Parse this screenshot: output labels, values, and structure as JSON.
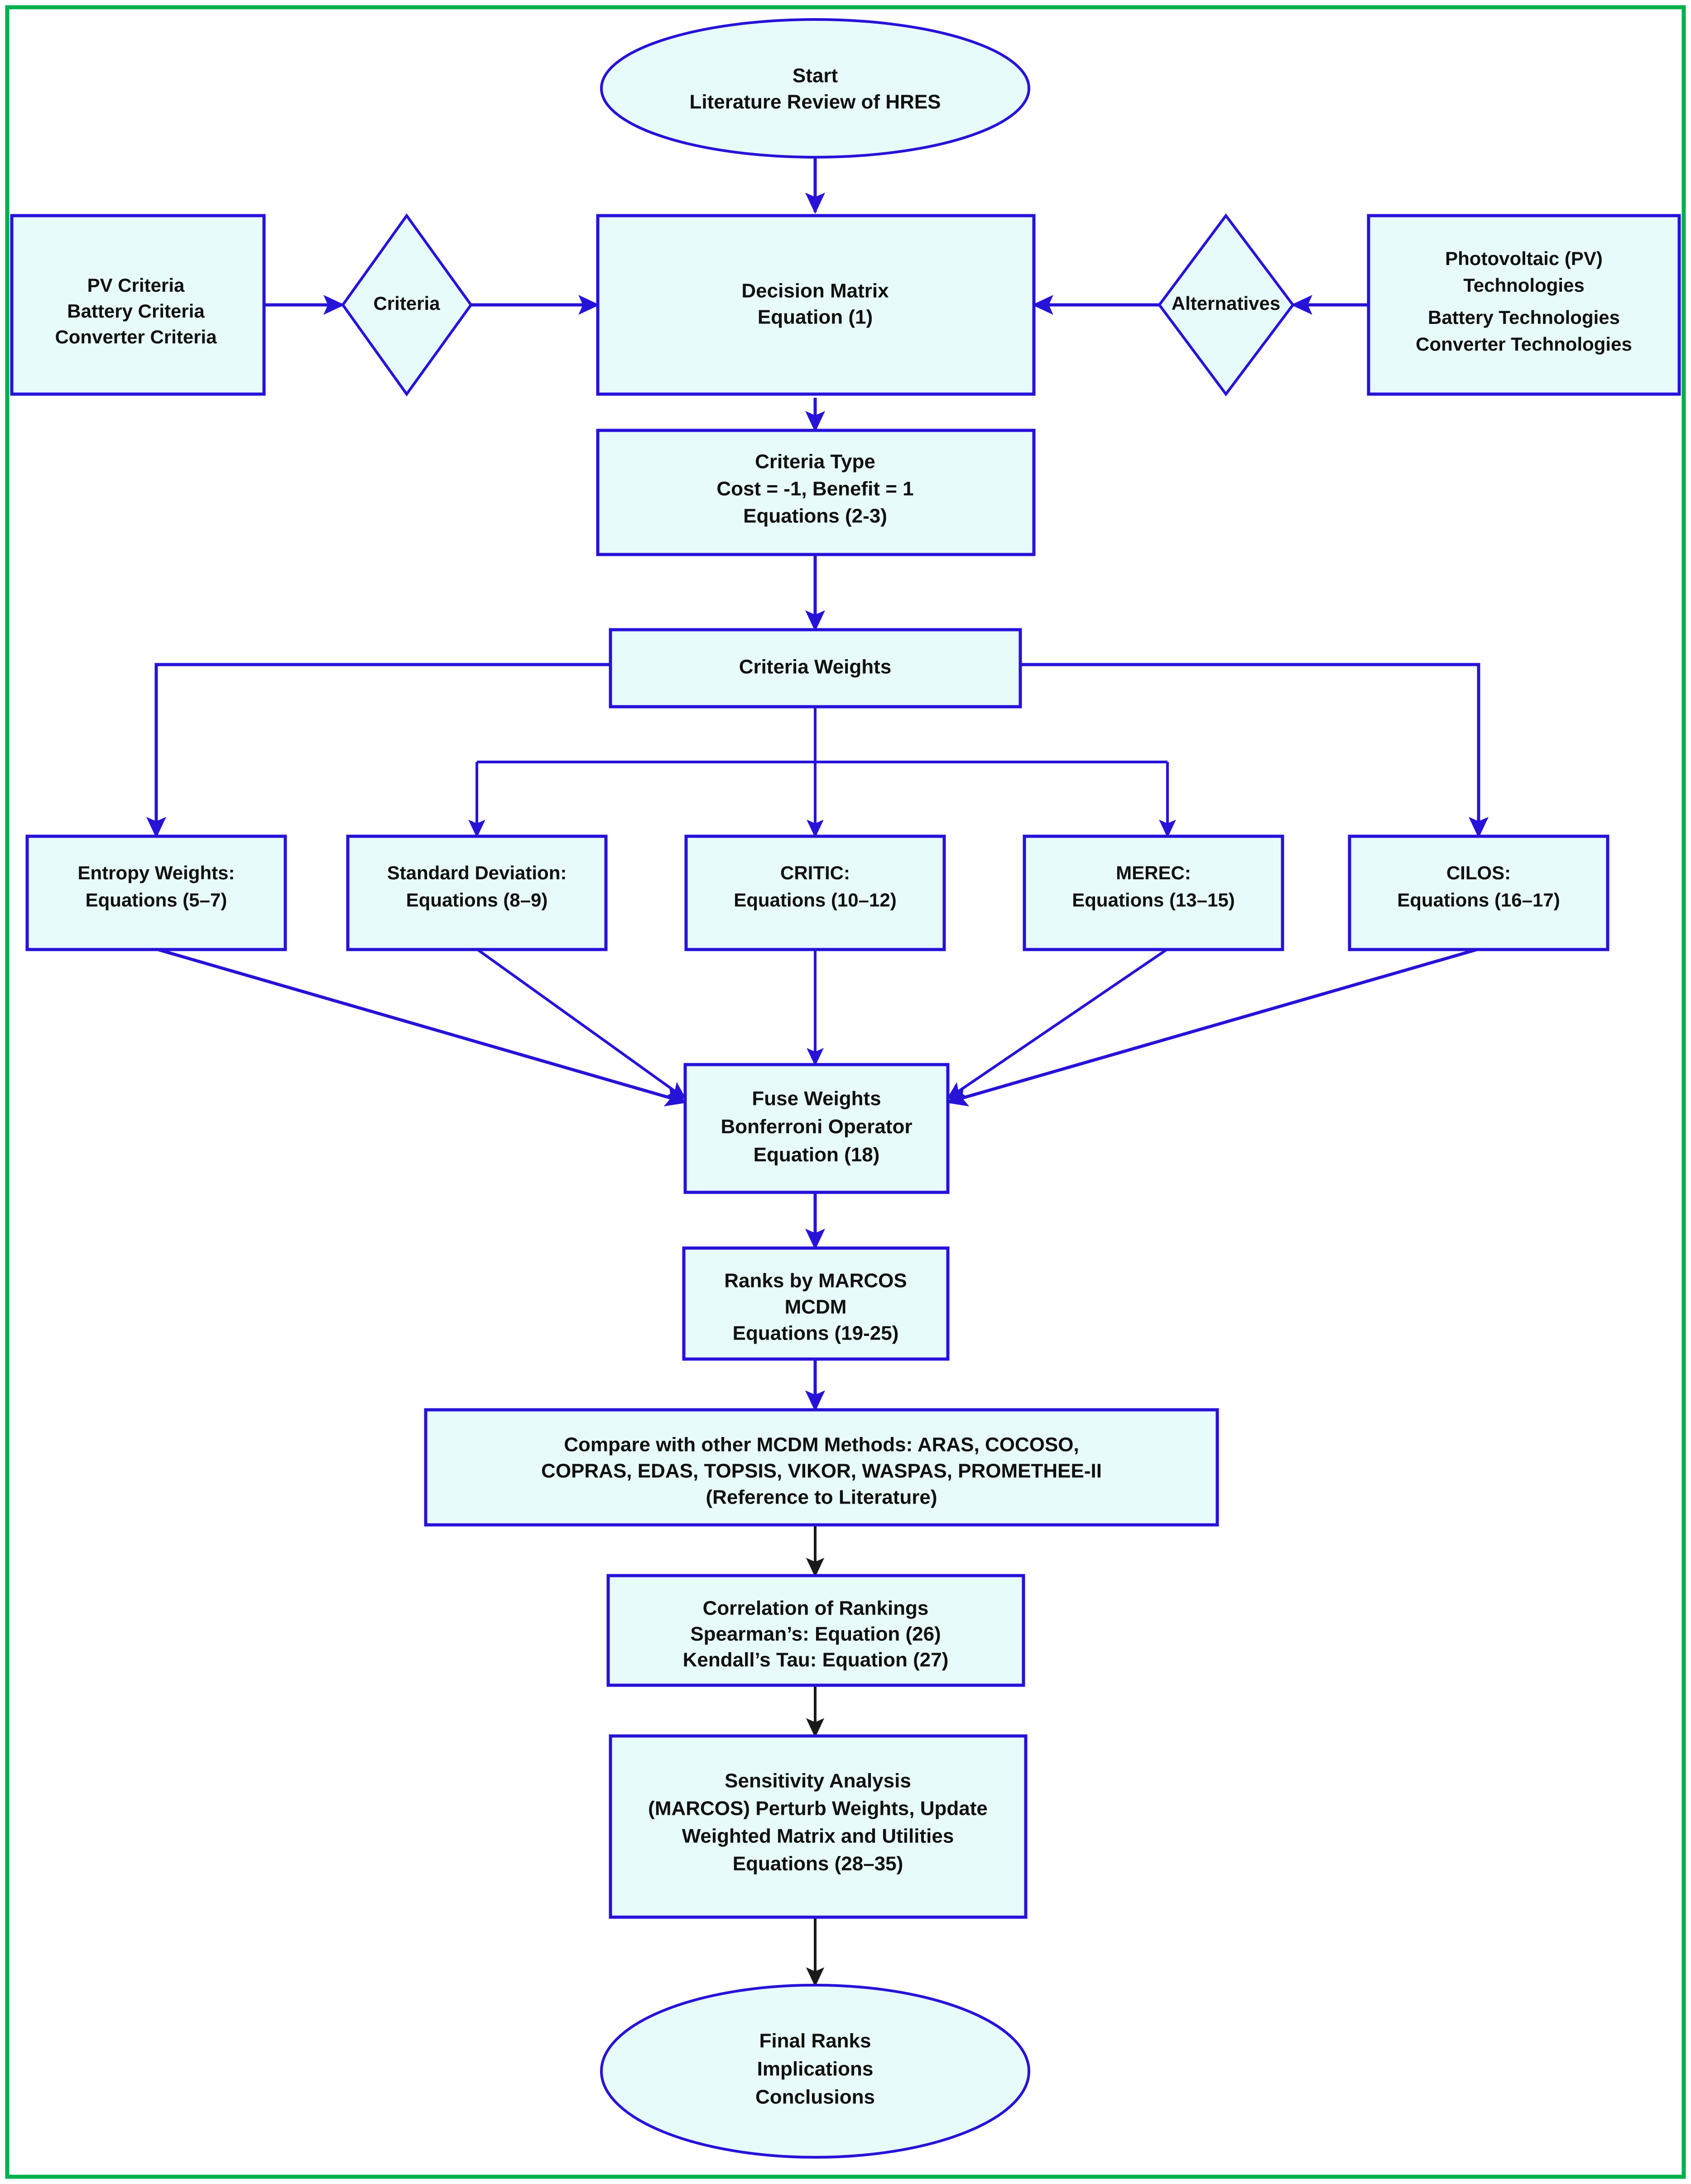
{
  "page": {
    "title": "HRES MCDM Methodology Flowchart",
    "frame_color": "#00af50",
    "node_fill": "#e8fbfb",
    "node_stroke": "#2712d8",
    "connector_color": "#2712d8",
    "connector_dark_color": "#1a1a1a",
    "text_color": "#101010"
  },
  "nodes": {
    "start": {
      "shape": "ellipse",
      "lines": [
        "Start",
        "Literature Review of HRES"
      ]
    },
    "pv_criteria": {
      "shape": "rect",
      "lines": [
        "PV Criteria",
        "Battery Criteria",
        "Converter Criteria"
      ]
    },
    "criteria_diamond": {
      "shape": "diamond",
      "lines": [
        "Criteria"
      ]
    },
    "decision_matrix": {
      "shape": "rect",
      "lines": [
        "Decision Matrix",
        "Equation (1)"
      ]
    },
    "alternatives_diamond": {
      "shape": "diamond",
      "lines": [
        "Alternatives"
      ]
    },
    "pv_technologies": {
      "shape": "rect",
      "lines": [
        "Photovoltaic (PV)",
        "Technologies",
        "Battery Technologies",
        "Converter Technologies"
      ]
    },
    "criteria_type": {
      "shape": "rect",
      "lines": [
        "Criteria Type",
        "Cost = -1, Benefit = 1",
        "Equations (2-3)"
      ]
    },
    "criteria_weights": {
      "shape": "rect",
      "lines": [
        "Criteria Weights"
      ]
    },
    "entropy": {
      "shape": "rect",
      "lines": [
        "Entropy Weights:",
        "Equations (5–7)"
      ]
    },
    "standard_deviation": {
      "shape": "rect",
      "lines": [
        "Standard Deviation:",
        "Equations (8–9)"
      ]
    },
    "critic": {
      "shape": "rect",
      "lines": [
        "CRITIC:",
        "Equations (10–12)"
      ]
    },
    "merec": {
      "shape": "rect",
      "lines": [
        "MEREC:",
        "Equations (13–15)"
      ]
    },
    "cilos": {
      "shape": "rect",
      "lines": [
        "CILOS:",
        "Equations (16–17)"
      ]
    },
    "fuse_weights": {
      "shape": "rect",
      "lines": [
        "Fuse Weights",
        "Bonferroni Operator",
        "Equation (18)"
      ]
    },
    "ranks_marcos": {
      "shape": "rect",
      "lines": [
        "Ranks by MARCOS",
        "MCDM",
        "Equations (19-25)"
      ]
    },
    "compare_methods": {
      "shape": "rect",
      "lines": [
        "Compare with other MCDM Methods: ARAS, COCOSO,",
        "COPRAS, EDAS, TOPSIS, VIKOR, WASPAS, PROMETHEE-II",
        "(Reference to Literature)"
      ]
    },
    "correlation": {
      "shape": "rect",
      "lines": [
        "Correlation of Rankings",
        "Spearman’s: Equation (26)",
        "Kendall’s Tau: Equation (27)"
      ]
    },
    "sensitivity": {
      "shape": "rect",
      "lines": [
        "Sensitivity Analysis",
        "(MARCOS) Perturb Weights, Update",
        "Weighted Matrix and Utilities",
        "Equations (28–35)"
      ]
    },
    "final": {
      "shape": "ellipse",
      "lines": [
        "Final Ranks",
        "Implications",
        "Conclusions"
      ]
    }
  }
}
